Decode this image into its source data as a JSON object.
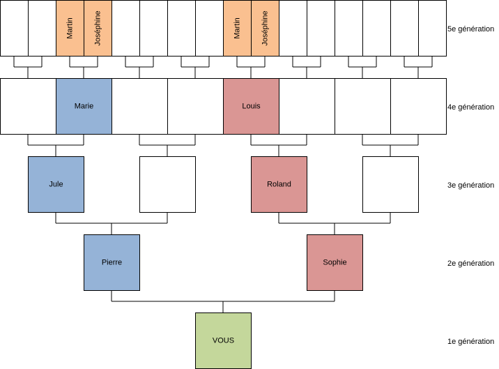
{
  "generations": [
    {
      "label": "5e génération",
      "boxes": [
        "",
        "",
        "Martin",
        "Joséphine",
        "",
        "",
        "",
        "",
        "Martin",
        "Joséphine",
        "",
        "",
        "",
        "",
        "",
        ""
      ]
    },
    {
      "label": "4e génération",
      "boxes": [
        "",
        "Marie",
        "",
        "",
        "Louis",
        "",
        "",
        ""
      ]
    },
    {
      "label": "3e génération",
      "boxes": [
        "Jule",
        "",
        "Roland",
        ""
      ]
    },
    {
      "label": "2e génération",
      "boxes": [
        "Pierre",
        "Sophie"
      ]
    },
    {
      "label": "1e génération",
      "boxes": [
        "VOUS"
      ]
    }
  ],
  "colors": {
    "line": "#000000",
    "white": "#ffffff",
    "blue": "#95b3d7",
    "red": "#da9694",
    "orange": "#fac090",
    "green": "#c4d79b"
  }
}
